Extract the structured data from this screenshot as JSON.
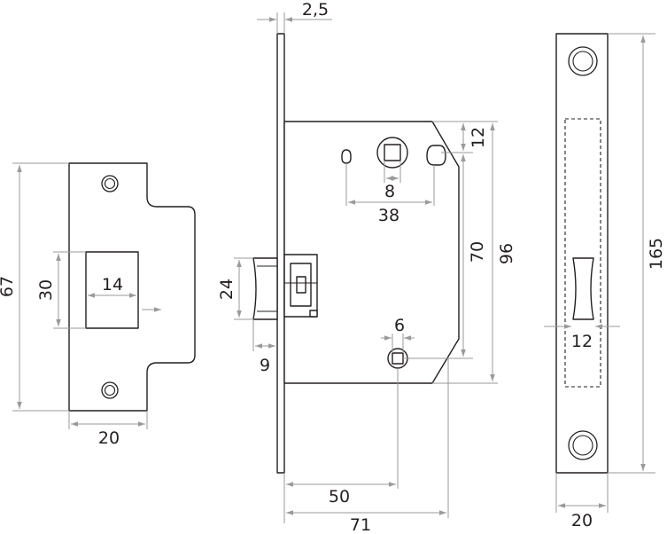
{
  "dimensions": {
    "plate_thickness": "2,5",
    "strike_height": "67",
    "strike_width": "20",
    "strike_opening_height": "30",
    "strike_opening_width": "14",
    "latch_height": "24",
    "latch_projection": "9",
    "top_spacing": "12",
    "spindle_square": "8",
    "spindle_to_hole": "38",
    "center_distance": "70",
    "case_height": "96",
    "lower_square": "6",
    "backset": "50",
    "case_depth": "71",
    "faceplate_height": "165",
    "faceplate_cutout_width": "12",
    "faceplate_width": "20"
  },
  "colors": {
    "outline": "#231f20",
    "dimension_line": "#9a9a9a",
    "background": "#ffffff"
  }
}
